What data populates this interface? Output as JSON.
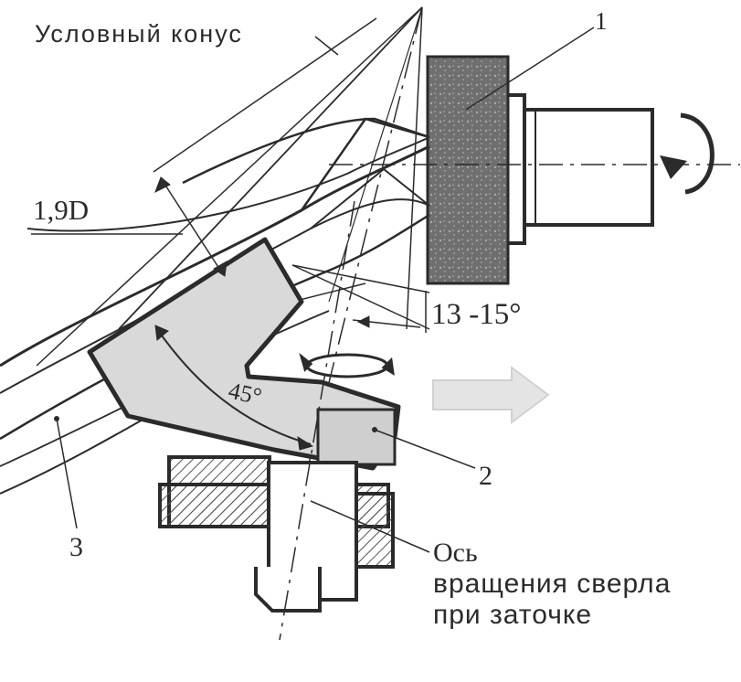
{
  "labels": {
    "cone": "Условный конус",
    "part_one": "1",
    "diameter": "1,9D",
    "angle_range": "13 -15°",
    "angle_45": "45°",
    "part_two": "2",
    "part_three": "3",
    "axis_line1": "Ось",
    "axis_line2": "вращения сверла",
    "axis_line3": "при заточке"
  },
  "colors": {
    "ink": "#2b2b2b",
    "wheel": "#7a7a7a",
    "holder_fill": "#d9d9d9",
    "arrow_fill": "#e4e4e4"
  }
}
